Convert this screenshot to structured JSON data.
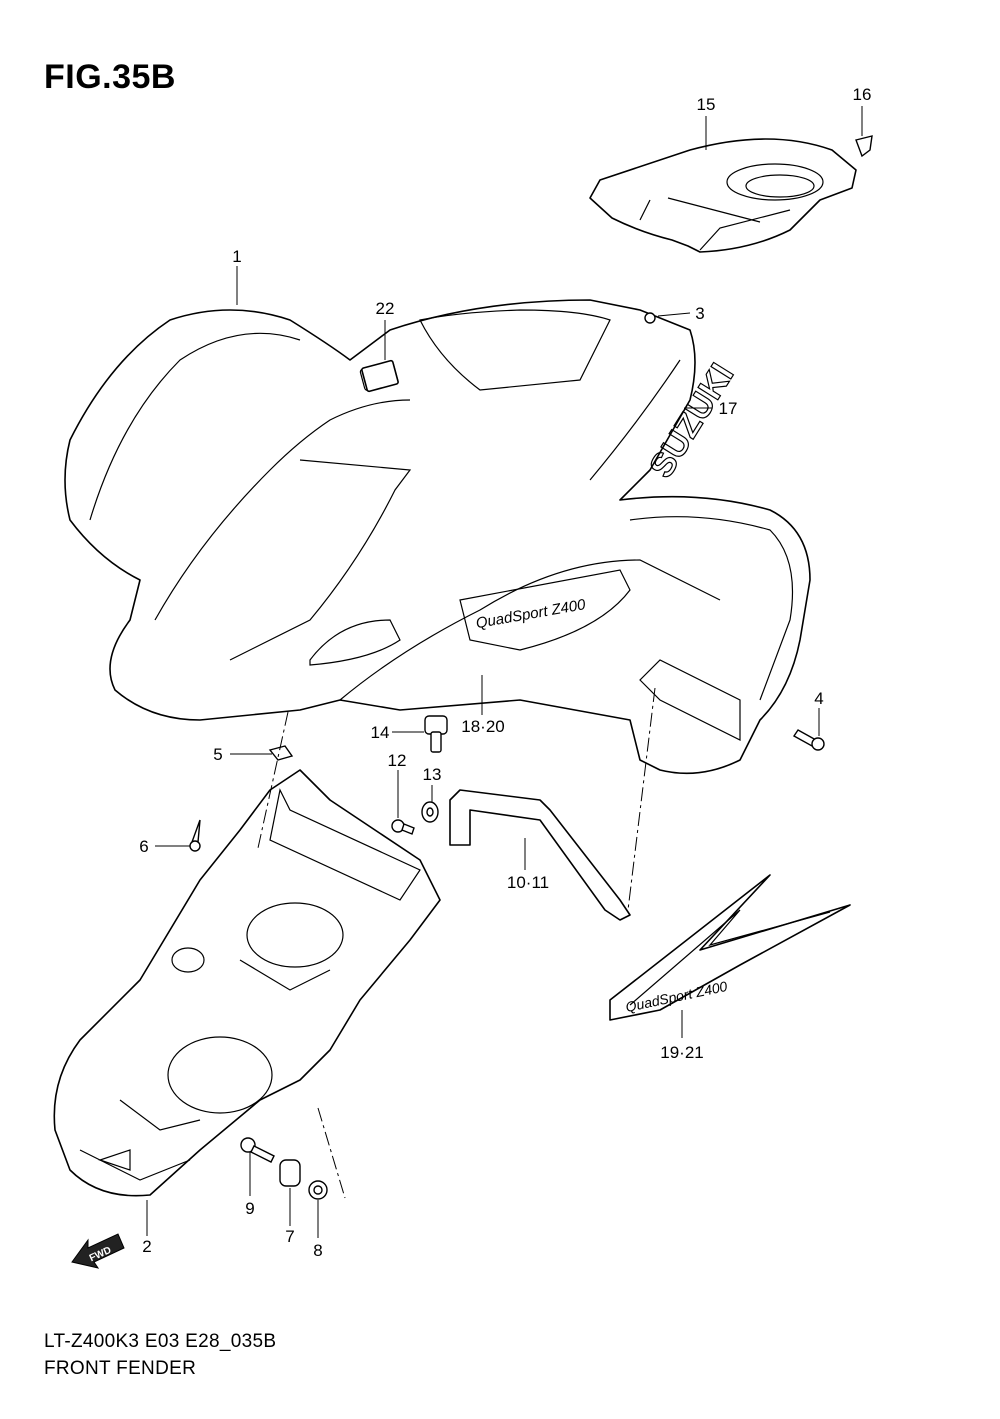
{
  "figure": {
    "title": "FIG.35B"
  },
  "footer": {
    "model_code": "LT-Z400K3 E03 E28_035B",
    "section_name": "FRONT FENDER"
  },
  "callouts": {
    "c1": "1",
    "c2": "2",
    "c3": "3",
    "c4": "4",
    "c5": "5",
    "c6": "6",
    "c7": "7",
    "c8": "8",
    "c9": "9",
    "c10_11": "10·11",
    "c12": "12",
    "c13": "13",
    "c14": "14",
    "c15": "15",
    "c16": "16",
    "c17": "17",
    "c18_20": "18·20",
    "c19_21": "19·21",
    "c22": "22"
  },
  "decals": {
    "brand": "SUZUKI",
    "model_script": "QuadSport Z400"
  },
  "direction_arrow": {
    "label": "FWD"
  }
}
